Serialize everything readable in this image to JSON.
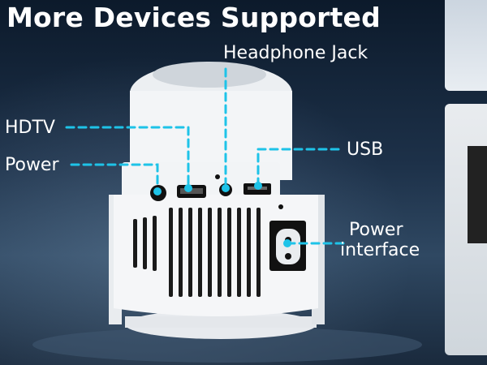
{
  "title": "More Devices Supported",
  "labels": {
    "headphone": "Headphone Jack",
    "hdtv": "HDTV",
    "power": "Power",
    "usb": "USB",
    "power_interface_line1": "Power",
    "power_interface_line2": "interface"
  },
  "colors": {
    "accent_line": "#1ec3e8",
    "background": "#1d3149"
  }
}
